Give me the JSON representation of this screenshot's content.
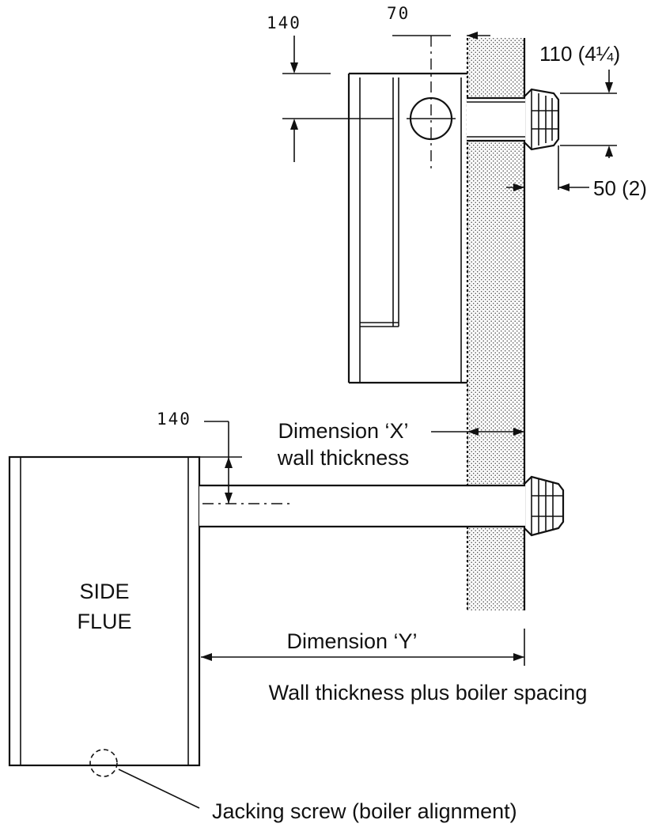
{
  "labels": {
    "top_dim_140": "140",
    "top_dim_70": "70",
    "dim_110": "110 (4¼)",
    "dim_50": "50 (2)",
    "side_dim_140": "140",
    "dim_x_line1": "Dimension ‘X’",
    "dim_x_line2": "wall thickness",
    "side_flue_line1": "SIDE",
    "side_flue_line2": "FLUE",
    "dim_y": "Dimension ‘Y’",
    "dim_y_note": "Wall thickness plus boiler spacing",
    "jacking_screw": "Jacking screw (boiler alignment)"
  },
  "colors": {
    "line": "#111111",
    "background": "#ffffff",
    "wall_stipple": "#555555"
  }
}
